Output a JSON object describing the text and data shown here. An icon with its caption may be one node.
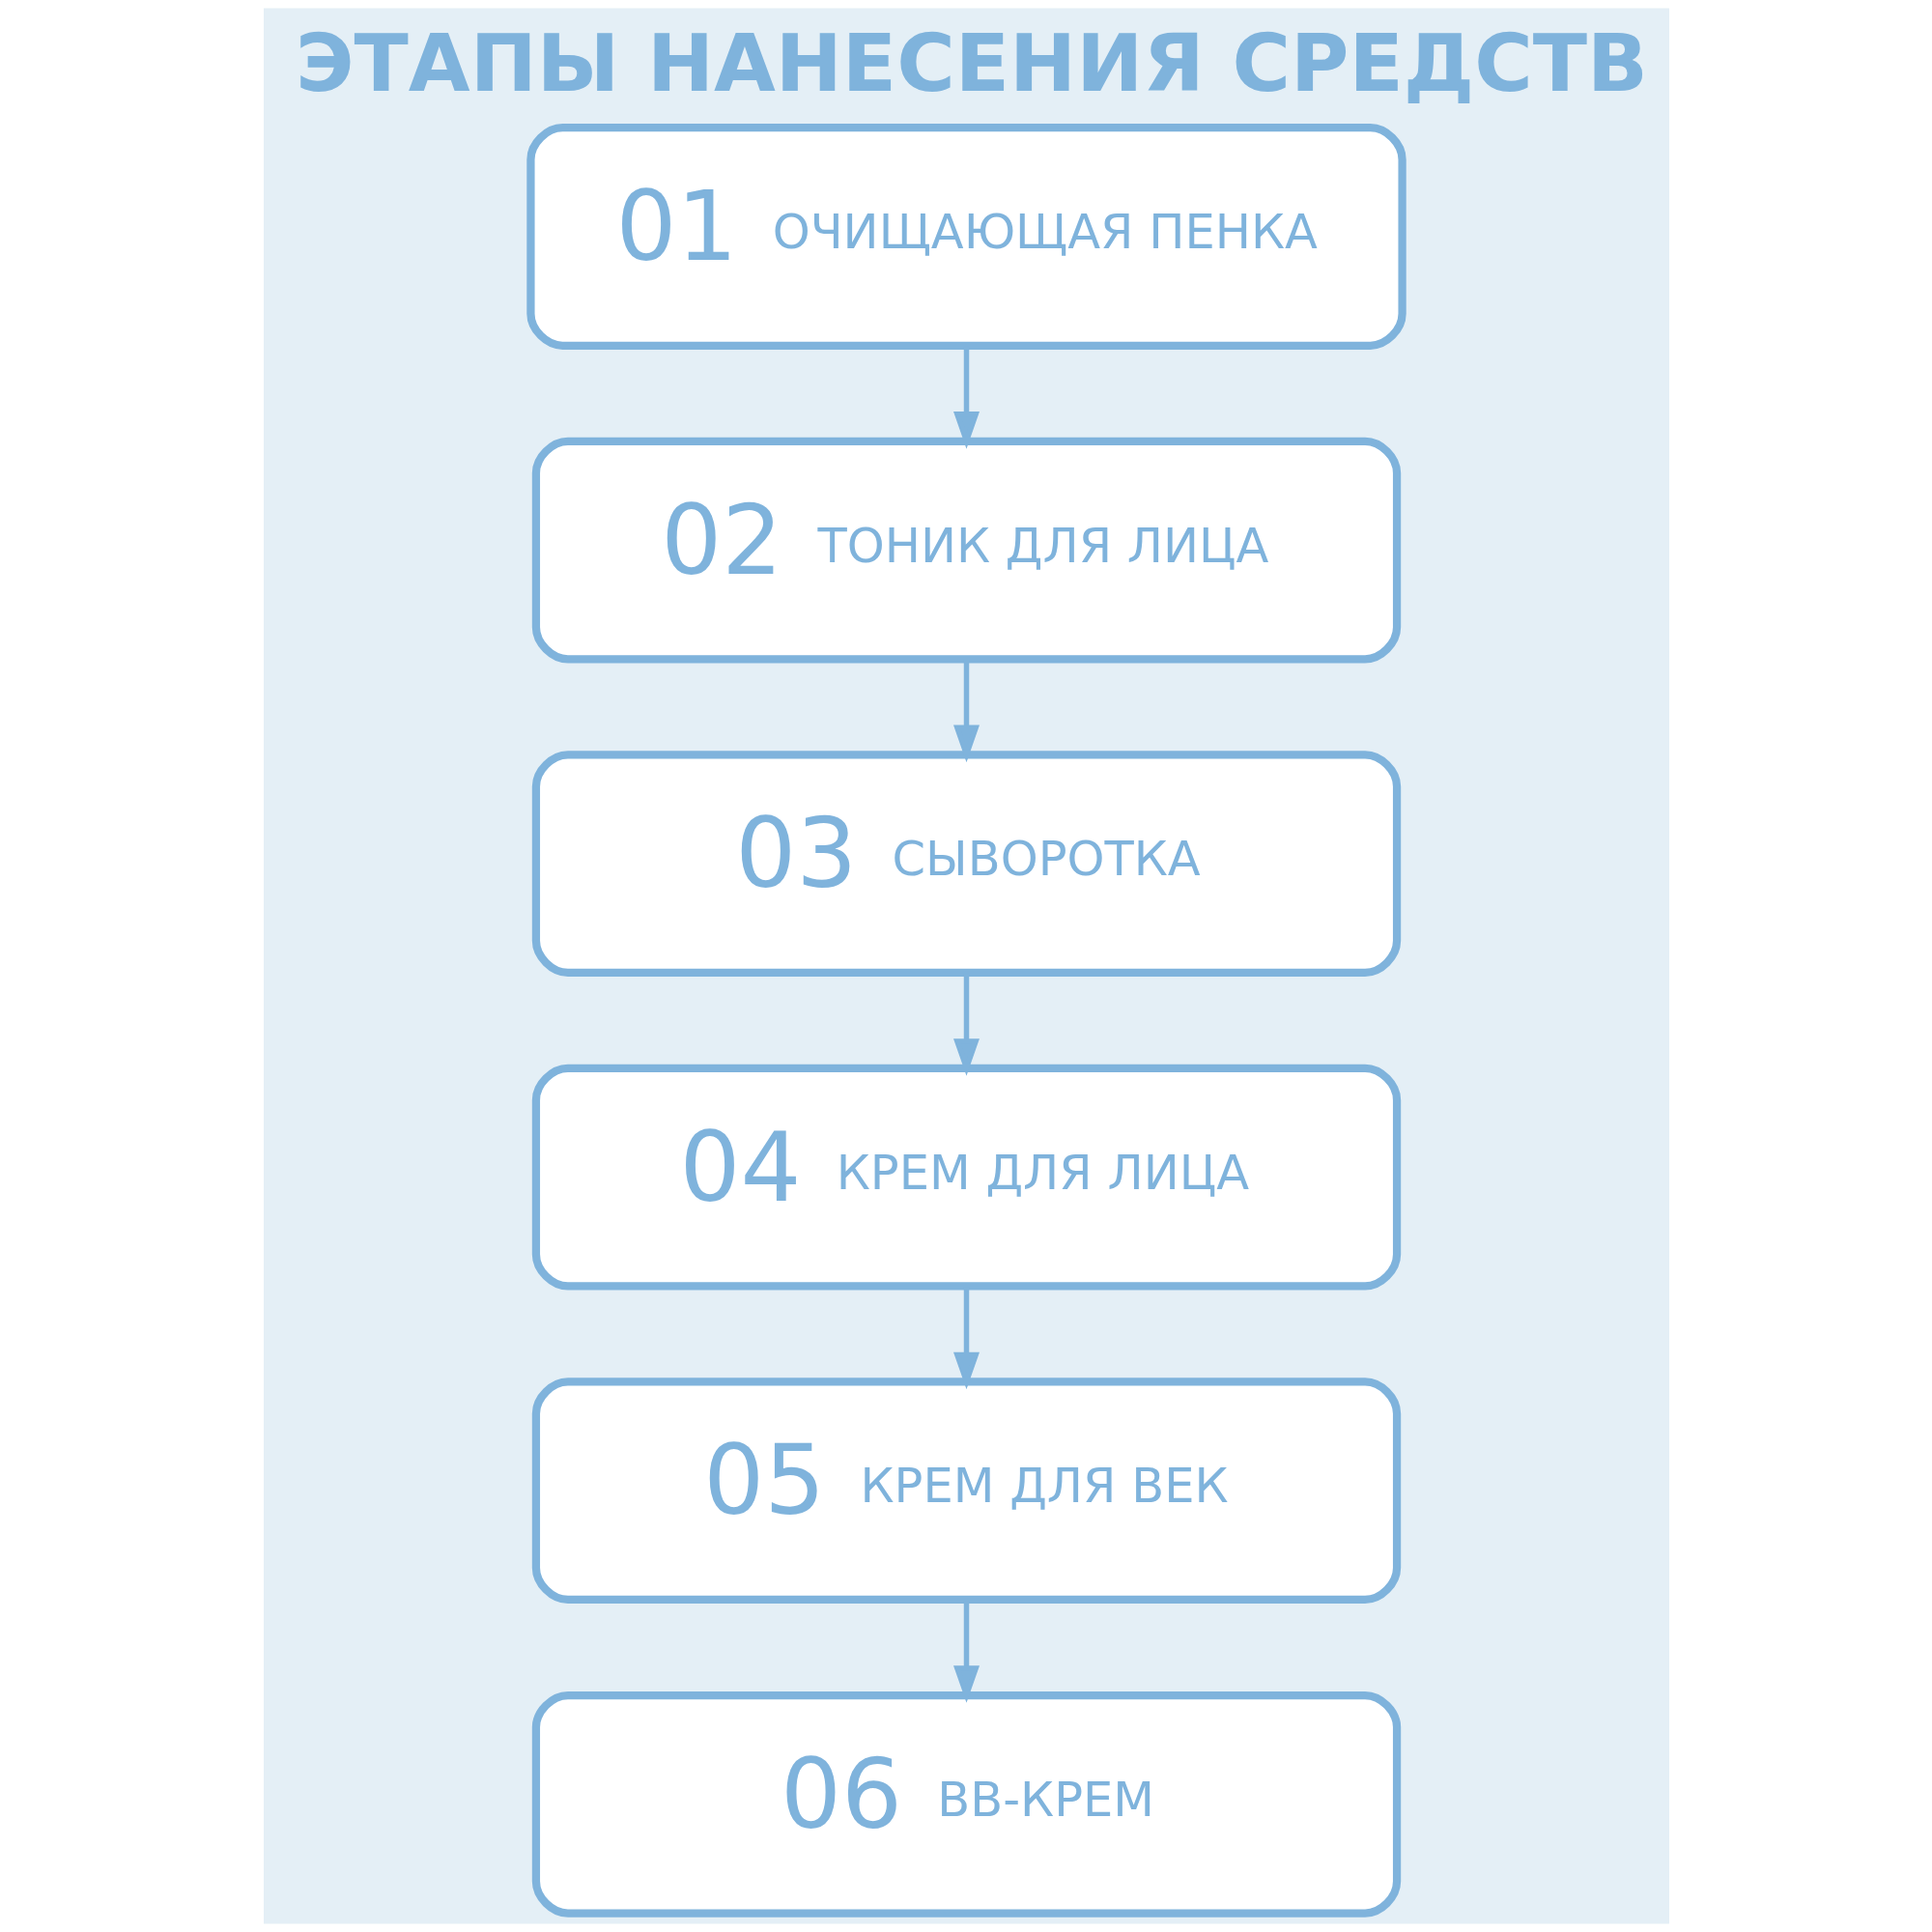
{
  "diagram": {
    "title": "ЭТАПЫ НАНЕСЕНИЯ СРЕДСТВ",
    "nodes": [
      {
        "text": [
          "01",
          "ОЧИЩАЮЩАЯ ПЕНКА"
        ]
      },
      {
        "text": [
          "02",
          "ТОНИК ДЛЯ ЛИЦА"
        ]
      },
      {
        "text": [
          "03",
          "СЫВОРОТКА"
        ]
      },
      {
        "text": [
          "04",
          "КРЕМ ДЛЯ ЛИЦА"
        ]
      },
      {
        "text": [
          "05",
          "КРЕМ ДЛЯ ВЕК"
        ]
      },
      {
        "text": [
          "06",
          "BB-КРЕМ"
        ]
      }
    ],
    "edges": [
      {
        "from": 0,
        "to": 1,
        "arrow": "to"
      },
      {
        "from": 1,
        "to": 2,
        "arrow": "to"
      },
      {
        "from": 2,
        "to": 3,
        "arrow": "to"
      },
      {
        "from": 3,
        "to": 4,
        "arrow": "to"
      },
      {
        "from": 4,
        "to": 5,
        "arrow": "to"
      }
    ]
  }
}
